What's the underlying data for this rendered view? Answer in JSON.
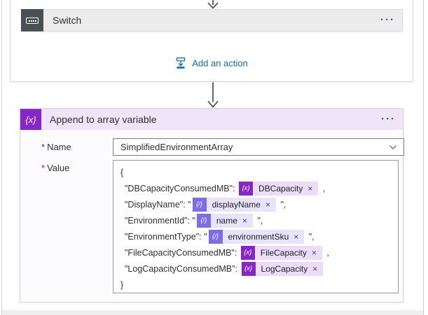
{
  "switch_scope": {
    "card": {
      "title": "Switch",
      "menu_glyph": "···"
    },
    "add_action_label": "Add an action"
  },
  "append_card": {
    "title": "Append to array variable",
    "menu_glyph": "···",
    "icon_glyph": "{x}",
    "name_field": {
      "label": "Name",
      "required_mark": "*",
      "value": "SimplifiedEnvironmentArray"
    },
    "value_field": {
      "label": "Value",
      "required_mark": "*"
    },
    "token_close_glyph": "×",
    "token_glyphs": {
      "variable": "{x}",
      "content": "{/}"
    },
    "value_lines": [
      {
        "text": "{"
      },
      {
        "prefix": "\"DBCapacityConsumedMB\": ",
        "token": {
          "kind": "variable",
          "label": "DBCapacity"
        },
        "suffix": " ,"
      },
      {
        "prefix": "\"DisplayName\": \"",
        "token": {
          "kind": "content",
          "label": "displayName"
        },
        "suffix": " \","
      },
      {
        "prefix": "\"EnvironmentId\": \"",
        "token": {
          "kind": "content",
          "label": "name"
        },
        "suffix": " \","
      },
      {
        "prefix": "\"EnvironmentType\": \"",
        "token": {
          "kind": "content",
          "label": "environmentSku"
        },
        "suffix": " \","
      },
      {
        "prefix": "\"FileCapacityConsumedMB\": ",
        "token": {
          "kind": "variable",
          "label": "FileCapacity"
        },
        "suffix": " ,"
      },
      {
        "prefix": "\"LogCapacityConsumedMB\": ",
        "token": {
          "kind": "variable",
          "label": "LogCapacity"
        },
        "suffix": ""
      },
      {
        "text": "}"
      }
    ]
  },
  "colors": {
    "purple-deep": "#8626c8",
    "purple-violet": "#7e6ceb",
    "pill-x-bg": "#ecdcfa",
    "pill-c-bg": "#e8e3fc",
    "header-purple": "#efe4f8",
    "blue-link": "#0f6cbd",
    "ellipsis-blue": "#2e5b9f",
    "gray-card": "#ececec",
    "switch-icon-bg": "#4a5156"
  }
}
